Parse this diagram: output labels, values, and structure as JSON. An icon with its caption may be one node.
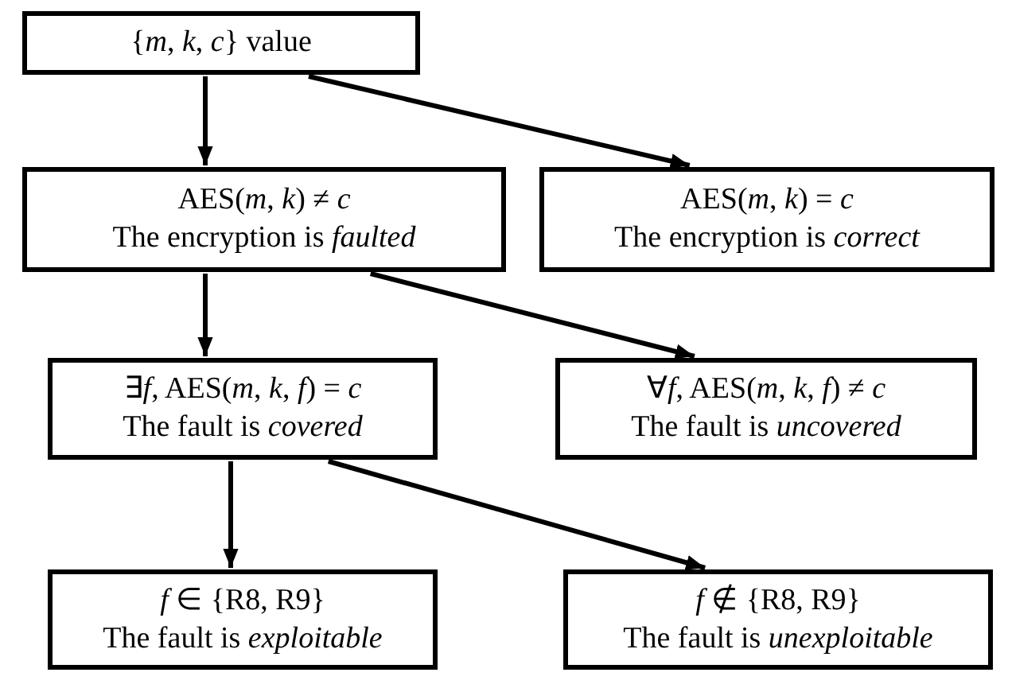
{
  "diagram": {
    "nodes": [
      {
        "text": [
          "{*m*, *k*, *c*} value"
        ]
      },
      {
        "text": [
          "AES(*m*, *k*) ≠ *c*",
          "The encryption is *faulted*"
        ]
      },
      {
        "text": [
          "AES(*m*, *k*) = *c*",
          "The encryption is *correct*"
        ]
      },
      {
        "text": [
          "∃*f*, AES(*m*, *k*, *f*) = *c*",
          "The fault is *covered*"
        ]
      },
      {
        "text": [
          "∀*f*, AES(*m*, *k*, *f*) ≠ *c*",
          "The fault is *uncovered*"
        ]
      },
      {
        "text": [
          "*f* ∈ {R8, R9}",
          "The fault is *exploitable*"
        ]
      },
      {
        "text": [
          "*f* ∉ {R8, R9}",
          "The fault is *unexploitable*"
        ]
      }
    ],
    "edges": [
      {
        "from": 0,
        "to": 1,
        "arrow": "to"
      },
      {
        "from": 0,
        "to": 2,
        "arrow": "to"
      },
      {
        "from": 1,
        "to": 3,
        "arrow": "to"
      },
      {
        "from": 1,
        "to": 4,
        "arrow": "to"
      },
      {
        "from": 3,
        "to": 5,
        "arrow": "to"
      },
      {
        "from": 3,
        "to": 6,
        "arrow": "to"
      }
    ]
  }
}
